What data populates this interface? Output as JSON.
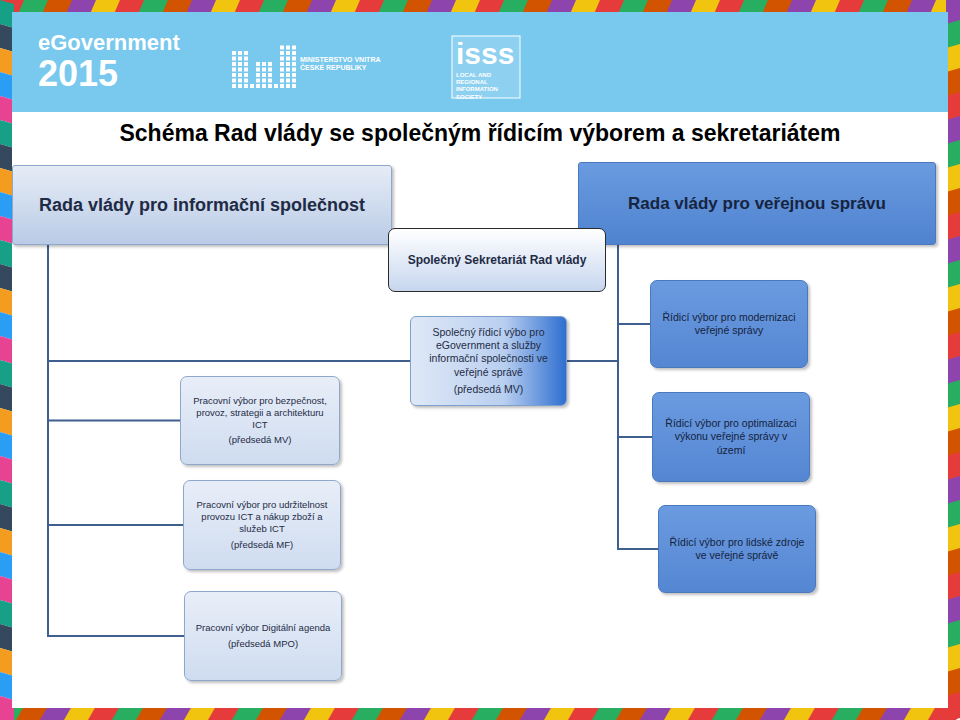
{
  "diagram": {
    "title": "Schéma Rad vlády se společným řídicím výborem a sekretariátem",
    "nodes": [
      {
        "text": [
          "Rada vlády pro informační společnost"
        ]
      },
      {
        "text": [
          "Rada vlády pro veřejnou správu"
        ]
      },
      {
        "text": [
          "Společný Sekretariát Rad vlády"
        ]
      },
      {
        "text": [
          "Společný řídicí výbo pro eGovernment a služby informační společnosti ve veřejné správě",
          "(předsedá MV)"
        ]
      },
      {
        "text": [
          "Pracovní výbor pro bezpečnost, provoz, strategii a architekturu ICT",
          "(předsedá MV)"
        ]
      },
      {
        "text": [
          "Pracovní výbor pro udržitelnost provozu ICT a nákup zboží a služeb ICT",
          "(předsedá MF)"
        ]
      },
      {
        "text": [
          "Pracovní výbor Digitální agenda",
          "(předsedá MPO)"
        ]
      },
      {
        "text": [
          "Řídicí výbor pro modernizaci veřejné správy"
        ]
      },
      {
        "text": [
          "Řídicí výbor pro optimalizaci výkonu veřejné správy v území"
        ]
      },
      {
        "text": [
          "Řídicí výbor pro lidské zdroje ve veřejné správě"
        ]
      }
    ],
    "edges": [
      {
        "from": 0,
        "to": 3,
        "arrow": "none"
      },
      {
        "from": 0,
        "to": 4,
        "arrow": "none"
      },
      {
        "from": 0,
        "to": 5,
        "arrow": "none"
      },
      {
        "from": 0,
        "to": 6,
        "arrow": "none"
      },
      {
        "from": 1,
        "to": 3,
        "arrow": "none"
      },
      {
        "from": 1,
        "to": 7,
        "arrow": "none"
      },
      {
        "from": 1,
        "to": 8,
        "arrow": "none"
      },
      {
        "from": 1,
        "to": 9,
        "arrow": "none"
      }
    ],
    "labels": [
      "eGovernment",
      "2015",
      "MINISTERSTVO VNITRA ČESKÉ REPUBLIKY",
      "isss",
      "LOCAL AND REGIONAL INFORMATION SOCIETY"
    ]
  }
}
